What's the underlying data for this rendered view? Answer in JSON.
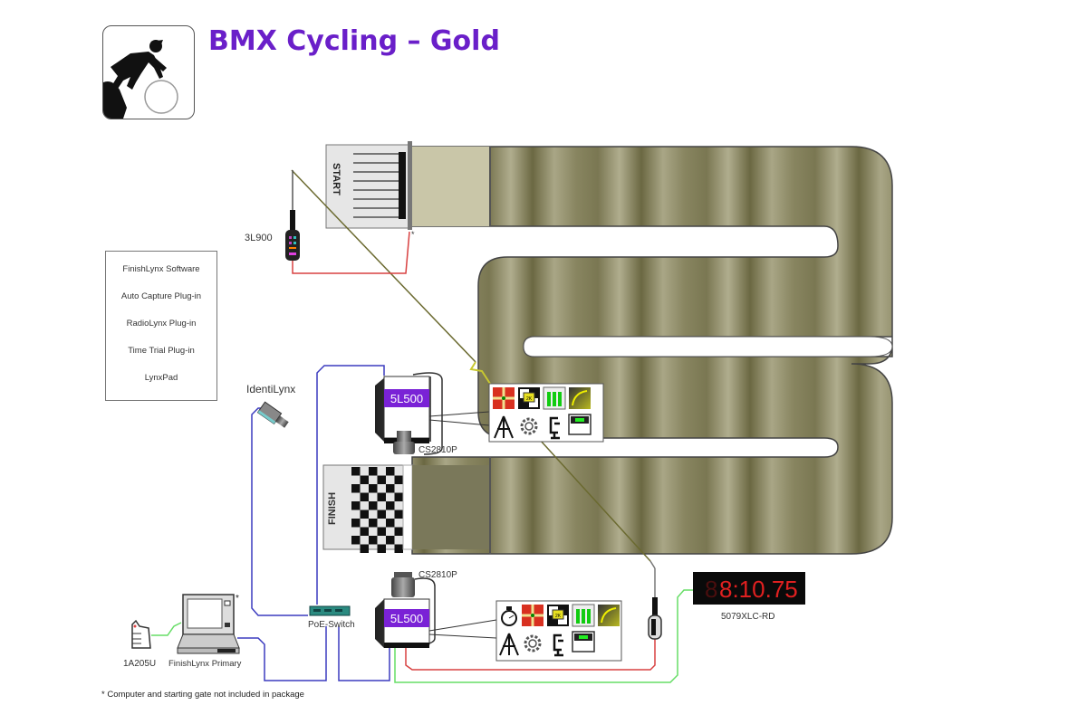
{
  "title": "BMX Cycling – Gold",
  "logo": {
    "icon": "bmx-cyclist-icon"
  },
  "software_list": {
    "items": [
      "FinishLynx Software",
      "Auto Capture Plug-in",
      "RadioLynx Plug-in",
      "Time Trial Plug-in",
      "LynxPad"
    ]
  },
  "devices": {
    "start_gate_label": "START",
    "finish_label": "FINISH",
    "start_sensor": "3L900",
    "start_asterisk": "*",
    "camera_top": {
      "model": "5L500",
      "lens": "CS2810P"
    },
    "camera_bottom": {
      "model": "5L500",
      "lens": "CS2810P"
    },
    "identilynx": "IdentiLynx",
    "poe_switch": "PoE-Switch",
    "computer": "FinishLynx Primary",
    "computer_asterisk": "*",
    "handheld": "1A205U",
    "scoreboard": {
      "model": "5079XLC-RD",
      "display": "8:10.75",
      "dim_digit": "8"
    }
  },
  "feature_icons_top": [
    "alignment-grid-icon",
    "2k-resolution-icon",
    "battery-icon",
    "curve-icon",
    "tripod-icon",
    "gear-icon",
    "clamp-icon",
    "level-icon"
  ],
  "feature_icons_bottom": [
    "stopwatch-icon",
    "alignment-grid-icon",
    "2k-resolution-icon",
    "battery-icon",
    "curve-icon",
    "tripod-icon",
    "gear-icon",
    "clamp-icon",
    "level-icon"
  ],
  "footnote": "* Computer and starting gate not included in package",
  "colors": {
    "title": "#6a1fc9",
    "camera_band": "#7a22d6",
    "track": "#8a8868",
    "cable_blue": "#3b3bbf",
    "cable_red": "#d84040",
    "cable_green": "#66dd66",
    "radio_link": "#c8c830",
    "scoreboard_digits": "#e02020"
  }
}
